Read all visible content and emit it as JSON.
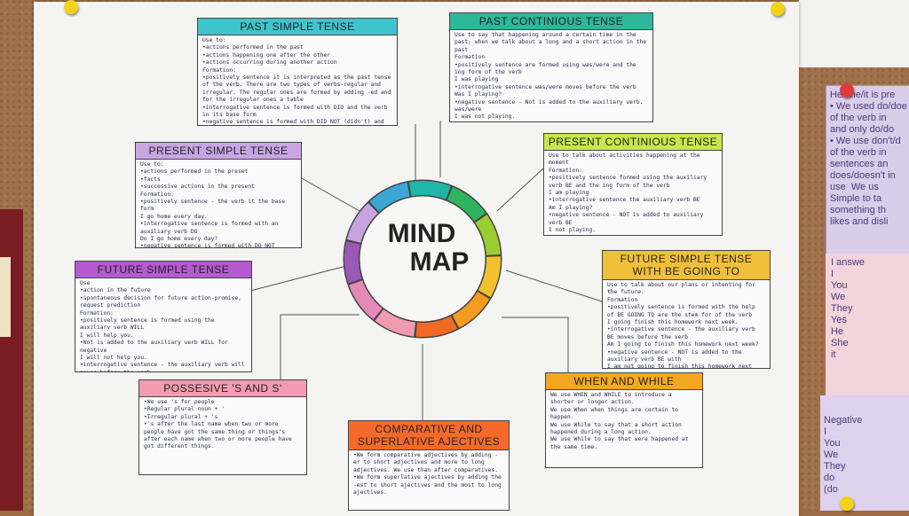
{
  "center": {
    "line1": "MIND",
    "line2": "MAP"
  },
  "colors": {
    "ring": [
      "#1fb6a8",
      "#2fb35e",
      "#9acd32",
      "#f2c22e",
      "#f39c1f",
      "#f06a25",
      "#f29ab0",
      "#e38ab8",
      "#9b59b6",
      "#c7a4e0",
      "#3aa7d4"
    ],
    "past_simple": "#3ec5cc",
    "past_continuous": "#2eb89a",
    "present_simple": "#c9a6e3",
    "present_continuous": "#c6e84a",
    "future_simple": "#b55ad0",
    "future_going_to": "#f1c03a",
    "possessive": "#f29bb2",
    "when_while": "#f4a81f",
    "comparative": "#f56a2a"
  },
  "boxes": {
    "past_simple": {
      "title": "Past Simple Tense",
      "body": "Use to:\n•actions performed in the past\n•actions happening one after the other\n•actions occurring during another action\nFormation:\n•positively sentence it is interpreted as the past tense of the verb. There are two types of verbs-regular and irregular. The regular ones are formed by adding -ed and for the irregular ones a table\n•interrogative sentence is formed with DID and the verb in its base form\n•negative sentence is formed with DID NOT (didn't) and the verb in its base form"
    },
    "past_continuous": {
      "title": "Past Continious Tense",
      "body": "Use to say that happening around a certain time in the past; when we talk about a long and a short action in the past\nFormation\n•positively sentence are formed using was/were and the ing form of the verb\nI was playing\n•interrogative sentence was/were moves before the verb\nWas I playing?\n•negative sentence - Not is added to the auxiliary verb. was/were\nI was not playing."
    },
    "present_simple": {
      "title": "Present Simple Tense",
      "body": "Use to:\n•actions performed in the preset\n•facts\n•successive actions in the present\nFormation:\n•positively sentence - the verb it the base form\nI go home every day.\n•interrogative sentence is formed with an auxiliary verb DO\nDo I go home every day?\n•negative sentence is formed with DO NOT (DON'T)\nI don't home every day."
    },
    "present_continuous": {
      "title": "Present Continious Tense",
      "body": "Use to talk about activities happening at the moment\nFormation:\n•positively sentence formed using the auxiliary verb BE and the ing form of the verb\nI am playing\n•interrogative sentence the auxiliary verb BE\nAm I playing?\n•negative sentence - NOT is added to auxiliary verb BE\nI not playing."
    },
    "future_simple": {
      "title": "Future Simple Tense",
      "body": "Use\n•action in the future\n•spontaneous decision for future action-promise, request prediction\nFormation:\n•positively sentence is formed using the auxiliary verb WILL\nI will help you.\n•Not is added to the auxiliary verb WILL for negative\nI will not help you.\n•interrogative sentence - the auxiliary verb will moves before the verb.\nWill I help you?"
    },
    "future_going_to": {
      "title": "Future Simple Tense With Be Going To",
      "body": "Use to talk about our plans or intenting for the future.\nFormation\n•positively sentence is formed with the help of BE GOING TO are the stem for of the verb\nI going finish this homework next week.\n•interrogative sentence - the auxiliary verb BE moves before the verb\nAm I going to finish this homework next week?\n•negative sentence - NOT is added to the auxiliary verb BE with\nI am not going to finish this homework next week."
    },
    "possessive": {
      "title": "Possesive 'S and S'",
      "body": "•We use 's for people\n•Regular plural noun + '\n•Irregular plural + 's\n•'s after the last name when two or more people have got the same thing or things's after each name when two or more people have got different things."
    },
    "when_while": {
      "title": "When and While",
      "body": "We use WHEN and WHILE to introduce a shorter or longer action.\nWe use When when things are certain to happen.\nWe use While to say that a short action happened during a long action.\nWe use While to say that were happened at the same time."
    },
    "comparative": {
      "title": "Comparative and Superlative Ajectives",
      "body": "•We form comparative adjectives by adding -er to short adjectives and more to long adjectives. We use than after comparatives.\n•We form superlative ajectives by adding the -est to short ajectives and the most to long ajectives."
    }
  },
  "side_text": {
    "top": "He/she/it is pre\n• We used do/doe\nof the verb in\nand only do/do\n• We use don't/d\nof the verb in\nsentences an\ndoes/doesn't in\nuse  We us\nSimple to ta\nsomething th\nlikes and disli",
    "middle": "I answe\nI\nYou\nWe\nThey\nYes\nHe\nShe\nit",
    "bottom": "Negative\nI\nYou\nWe\nThey\ndo\n(do"
  }
}
